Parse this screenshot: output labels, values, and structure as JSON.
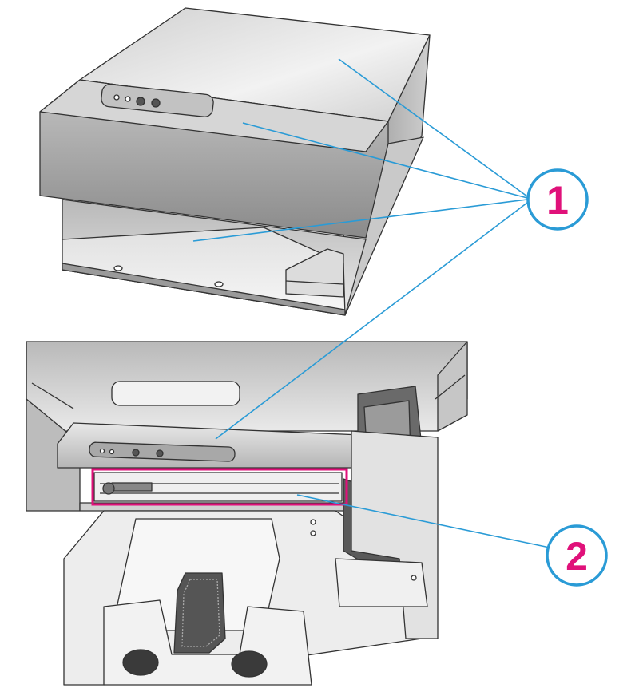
{
  "callouts": [
    {
      "number": "1"
    },
    {
      "number": "2"
    }
  ],
  "colors": {
    "leader_line": "#2a9bd6",
    "callout_1_ring": "#2a9bd6",
    "callout_1_text": "#e0117a",
    "callout_2_ring": "#2a9bd6",
    "callout_2_text": "#e0117a",
    "highlight_box": "#e0117a",
    "printer_outline": "#333333",
    "printer_fill_light": "#e6e6e6",
    "printer_fill_mid": "#bdbdbd",
    "printer_fill_dark": "#8c8c8c"
  },
  "icons": {
    "printer_top": "printer-closed-illustration",
    "printer_bottom": "printer-open-illustration"
  }
}
